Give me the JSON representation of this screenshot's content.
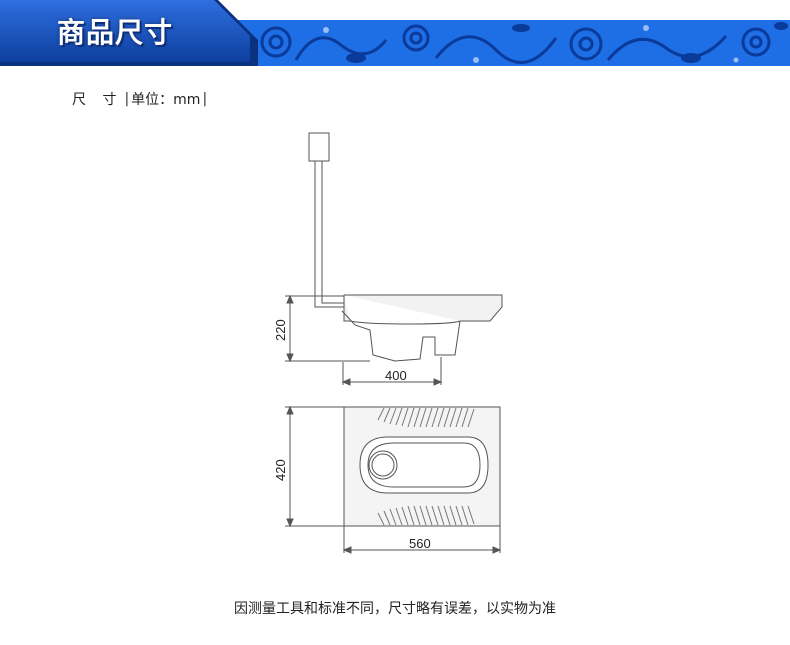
{
  "header": {
    "title": "商品尺寸",
    "colors": {
      "tab_blue": "#0d47b3",
      "tab_light": "#2f6fe0",
      "pattern_blue": "#1e6ee6"
    }
  },
  "unit": {
    "label": "尺 寸",
    "separator_left": "|",
    "text": "单位：mm",
    "separator_right": "|"
  },
  "dimensions": {
    "side_height": "220",
    "side_width": "400",
    "top_depth": "420",
    "top_width": "560"
  },
  "footer": {
    "note": "因测量工具和标准不同，尺寸略有误差，以实物为准"
  }
}
